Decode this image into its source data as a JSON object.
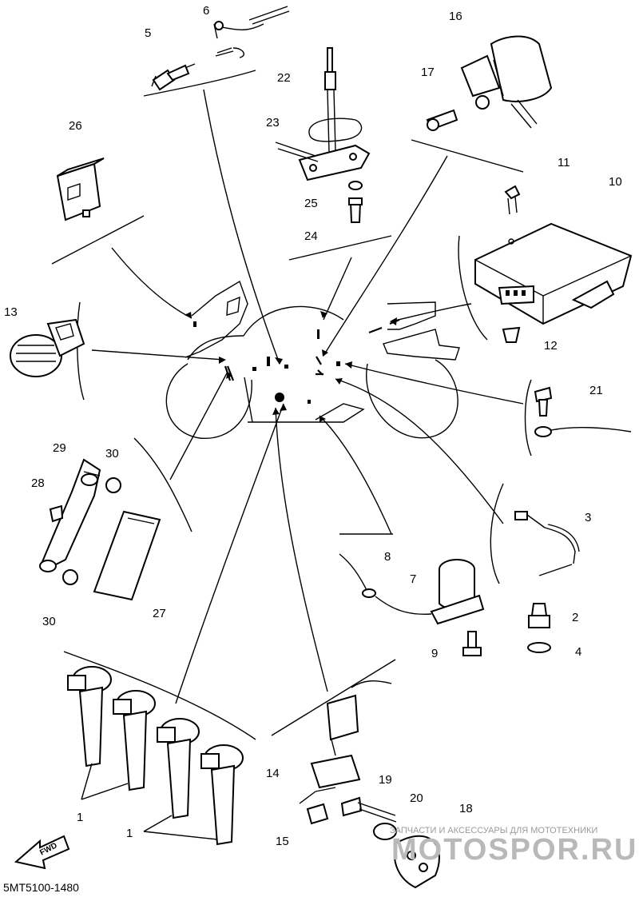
{
  "diagram_code": "5MT5100-1480",
  "fwd_label": "FWD",
  "watermark": {
    "tagline": "ЗАПЧАСТИ И АКСЕССУАРЫ ДЛЯ МОТОТЕХНИКИ",
    "brand": "MOTOSPOR.RU"
  },
  "callouts": {
    "c1a": "1",
    "c1b": "1",
    "c2": "2",
    "c3": "3",
    "c4": "4",
    "c5": "5",
    "c6": "6",
    "c7": "7",
    "c8": "8",
    "c9": "9",
    "c10": "10",
    "c11": "11",
    "c12": "12",
    "c13": "13",
    "c14": "14",
    "c15": "15",
    "c16": "16",
    "c17": "17",
    "c18": "18",
    "c19": "19",
    "c20": "20",
    "c21": "21",
    "c22": "22",
    "c23": "23",
    "c24": "24",
    "c25": "25",
    "c26": "26",
    "c27": "27",
    "c28": "28",
    "c29": "29",
    "c30a": "30",
    "c30b": "30"
  }
}
